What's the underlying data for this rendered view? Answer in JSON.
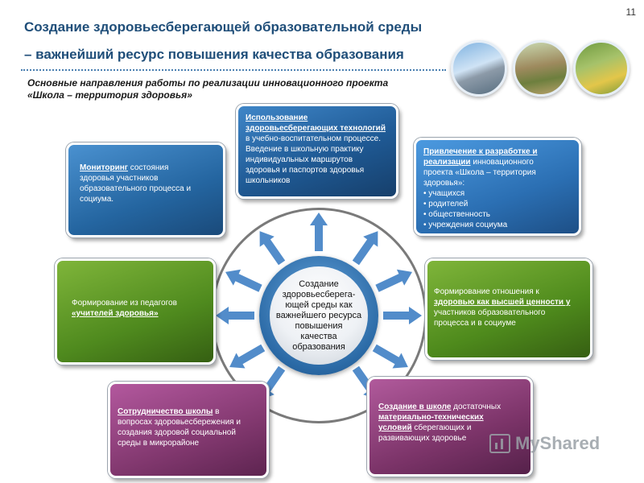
{
  "slide_number": "11",
  "title": {
    "line1": "Создание здоровьесберегающей образовательной среды",
    "line2": "– важнейший ресурс повышения качества образования"
  },
  "subtitle": {
    "line1": "Основные направления работы по реализации инновационного проекта",
    "line2": "«Школа – территория здоровья»"
  },
  "center": {
    "lines": [
      "Создание",
      "здоровьесберега-",
      "ющей среды как",
      "важнейшего ресурса",
      "повышения",
      "качества",
      "образования"
    ]
  },
  "boxes": {
    "top": {
      "u1": "Использование",
      "u2": "здоровьесберегающих технологий",
      "lines": [
        "в учебно-воспитательном процессе.",
        "Введение в школьную практику",
        "индивидуальных маршрутов",
        "здоровья и паспортов здоровья",
        "школьников"
      ]
    },
    "top_left": {
      "u": "Мониторинг",
      "first_rest": " состояния",
      "lines": [
        "здоровья участников",
        "образовательного процесса и",
        "социума."
      ]
    },
    "top_right": {
      "u1": "Привлечение к разработке и",
      "u2": "реализации",
      "second_rest": " инновационного",
      "lines": [
        "проекта «Школа – территория",
        "здоровья»:",
        "• учащихся",
        "• родителей",
        "• общественность",
        "• учреждения социума"
      ]
    },
    "mid_left": {
      "line1": "Формирование из педагогов",
      "u": "«учителей здоровья»"
    },
    "mid_right": {
      "line1": "Формирование отношения к",
      "u": "здоровью как высшей ценности у",
      "lines": [
        "участников образовательного",
        "процесса и в социуме"
      ]
    },
    "bottom_left": {
      "u": "Сотрудничество школы",
      "first_rest": " в",
      "lines": [
        "вопросах здоровьесбережения и",
        "создания здоровой социальной",
        "среды в микрорайоне"
      ]
    },
    "bottom_right": {
      "u1": "Создание в школе",
      "first_rest": " достаточных",
      "u2": "материально-технических",
      "u3": "условий",
      "third_rest": " сберегающих и",
      "lines": [
        "развивающих здоровье"
      ]
    }
  },
  "watermark": "MyShared",
  "colors": {
    "title": "#1f4e79",
    "blue_box": "#2465a0",
    "green_box": "#4f8a1e",
    "purple_box": "#82386f",
    "arrow": "#3f80c4"
  }
}
